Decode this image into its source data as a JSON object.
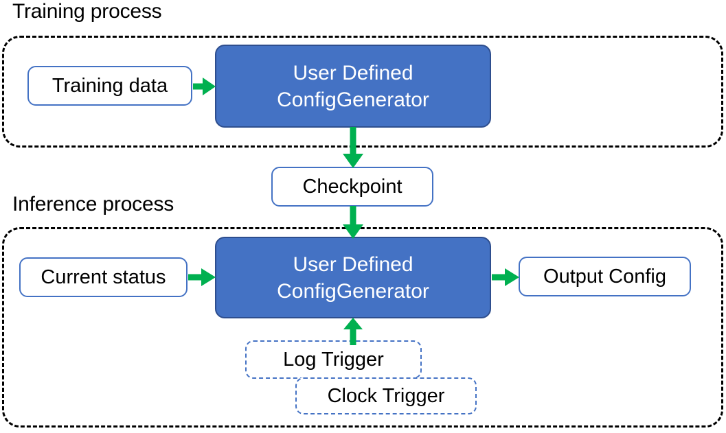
{
  "diagram": {
    "title_training": "Training process",
    "title_inference": "Inference process",
    "sections": [
      {
        "name": "training",
        "label": "Training process",
        "nodes": [
          {
            "id": "training-data",
            "label": "Training data",
            "style": "white-rounded-blue-border"
          },
          {
            "id": "user-defined-configgenerator-training",
            "line1": "User Defined",
            "line2": "ConfigGenerator",
            "style": "blue-filled"
          }
        ]
      },
      {
        "name": "inference",
        "label": "Inference process",
        "nodes": [
          {
            "id": "current-status",
            "label": "Current status",
            "style": "white-rounded-blue-border"
          },
          {
            "id": "user-defined-configgenerator-inference",
            "line1": "User Defined",
            "line2": "ConfigGenerator",
            "style": "blue-filled"
          },
          {
            "id": "output-config",
            "label": "Output Config",
            "style": "white-rounded-blue-border"
          },
          {
            "id": "log-trigger",
            "label": "Log Trigger",
            "style": "dashed-blue-border"
          },
          {
            "id": "clock-trigger",
            "label": "Clock Trigger",
            "style": "dashed-blue-border"
          }
        ]
      }
    ],
    "intermediate": [
      {
        "id": "checkpoint",
        "label": "Checkpoint",
        "style": "white-rounded-blue-border"
      }
    ],
    "proc_box_line1": "User Defined",
    "proc_box_line2": "ConfigGenerator",
    "edges": [
      {
        "from": "training-data",
        "to": "user-defined-configgenerator-training",
        "direction": "right"
      },
      {
        "from": "user-defined-configgenerator-training",
        "to": "checkpoint",
        "direction": "down"
      },
      {
        "from": "checkpoint",
        "to": "user-defined-configgenerator-inference",
        "direction": "down"
      },
      {
        "from": "current-status",
        "to": "user-defined-configgenerator-inference",
        "direction": "right"
      },
      {
        "from": "user-defined-configgenerator-inference",
        "to": "output-config",
        "direction": "right"
      },
      {
        "from": "log-trigger",
        "to": "user-defined-configgenerator-inference",
        "direction": "up"
      }
    ],
    "colors": {
      "arrow_green": "#00B050",
      "process_fill_blue": "#4472C4",
      "process_border_blue": "#2E4E8E",
      "node_border_blue": "#4472C4",
      "container_border": "#000000",
      "text_dark": "#000000",
      "text_light": "#FFFFFF"
    }
  }
}
